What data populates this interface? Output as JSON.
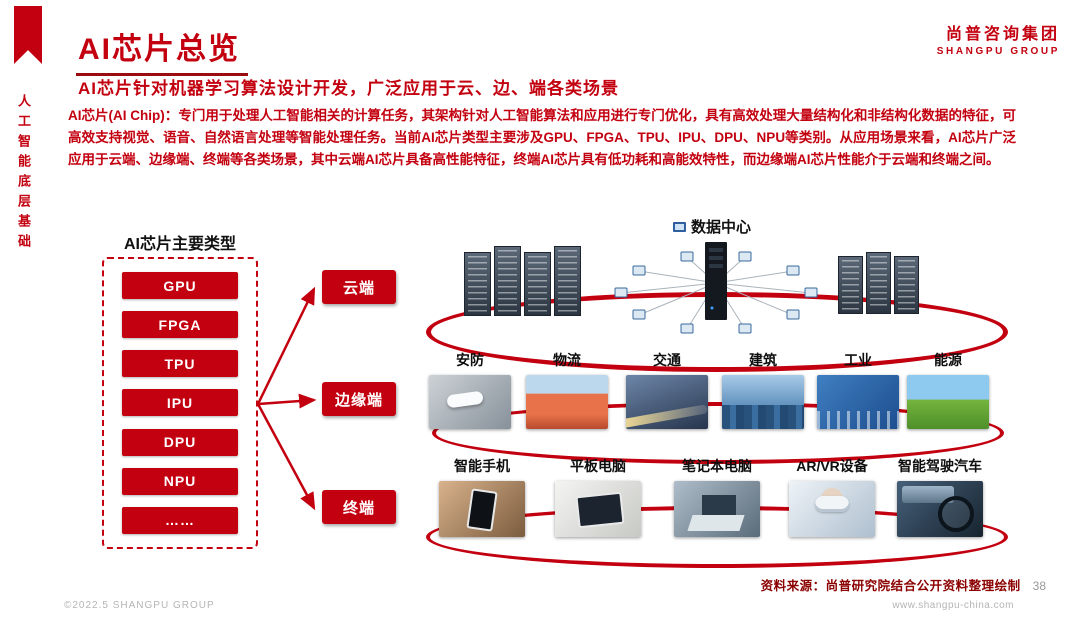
{
  "brand": {
    "logo_cn": "尚普咨询集团",
    "logo_en": "SHANGPU GROUP",
    "accent": "#c3000f"
  },
  "sidebar": {
    "vertical_text": "人工智能底层基础"
  },
  "header": {
    "title": "AI芯片总览",
    "subtitle": "AI芯片针对机器学习算法设计开发，广泛应用于云、边、端各类场景"
  },
  "body": {
    "lead": "AI芯片(AI Chip)：",
    "text": "专门用于处理人工智能相关的计算任务，其架构针对人工智能算法和应用进行专门优化，具有高效处理大量结构化和非结构化数据的特征，可高效支持视觉、语音、自然语言处理等智能处理任务。当前AI芯片类型主要涉及GPU、FPGA、TPU、IPU、DPU、NPU等类别。从应用场景来看，AI芯片广泛应用于云端、边缘端、终端等各类场景，其中云端AI芯片具备高性能特征，终端AI芯片具有低功耗和高能效特性，而边缘端AI芯片性能介于云端和终端之间。"
  },
  "diagram": {
    "chip_panel_title": "AI芯片主要类型",
    "chip_types": [
      "GPU",
      "FPGA",
      "TPU",
      "IPU",
      "DPU",
      "NPU",
      "……"
    ],
    "scenes": [
      "云端",
      "边缘端",
      "终端"
    ],
    "cloud_label": "数据中心",
    "edge_items": [
      "安防",
      "物流",
      "交通",
      "建筑",
      "工业",
      "能源"
    ],
    "terminal_items": [
      "智能手机",
      "平板电脑",
      "笔记本电脑",
      "AR/VR设备",
      "智能驾驶汽车"
    ]
  },
  "footer": {
    "source": "资料来源：尚普研究院结合公开资料整理绘制",
    "page": "38",
    "copyright": "©2022.5  SHANGPU GROUP",
    "website": "www.shangpu-china.com"
  }
}
